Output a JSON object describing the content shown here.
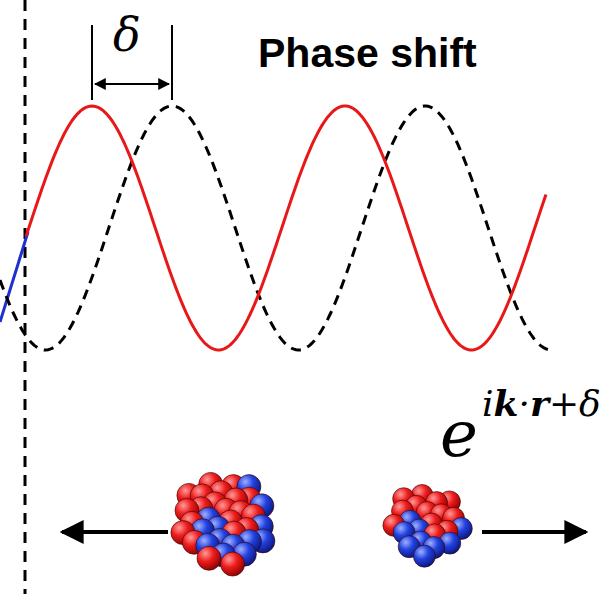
{
  "diagram": {
    "labels": [
      "δ",
      "Phase shift",
      "e",
      "ik·r+δ"
    ]
  }
}
